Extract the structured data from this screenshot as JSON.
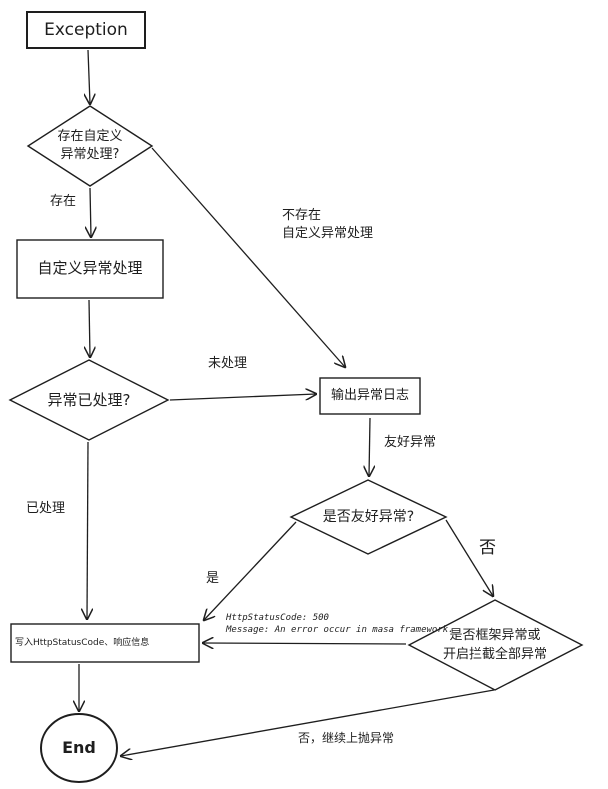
{
  "nodes": {
    "exception": "Exception",
    "custom_exists_q_line1": "存在自定义",
    "custom_exists_q_line2": "异常处理?",
    "custom_handler": "自定义异常处理",
    "handled_q": "异常已处理?",
    "log_output": "输出异常日志",
    "friendly_q": "是否友好异常?",
    "write_response": "写入HttpStatusCode、响应信息",
    "framework_q_line1": "是否框架异常或",
    "framework_q_line2": "开启拦截全部异常",
    "end": "End"
  },
  "edges": {
    "exists": "存在",
    "not_exists_line1": "不存在",
    "not_exists_line2": "自定义异常处理",
    "unhandled": "未处理",
    "handled": "已处理",
    "friendly": "友好异常",
    "yes": "是",
    "no": "否",
    "status_line1": "HttpStatusCode: 500",
    "status_line2": "Message: An error occur in masa framework.",
    "no_rethrow": "否，继续上抛异常"
  }
}
